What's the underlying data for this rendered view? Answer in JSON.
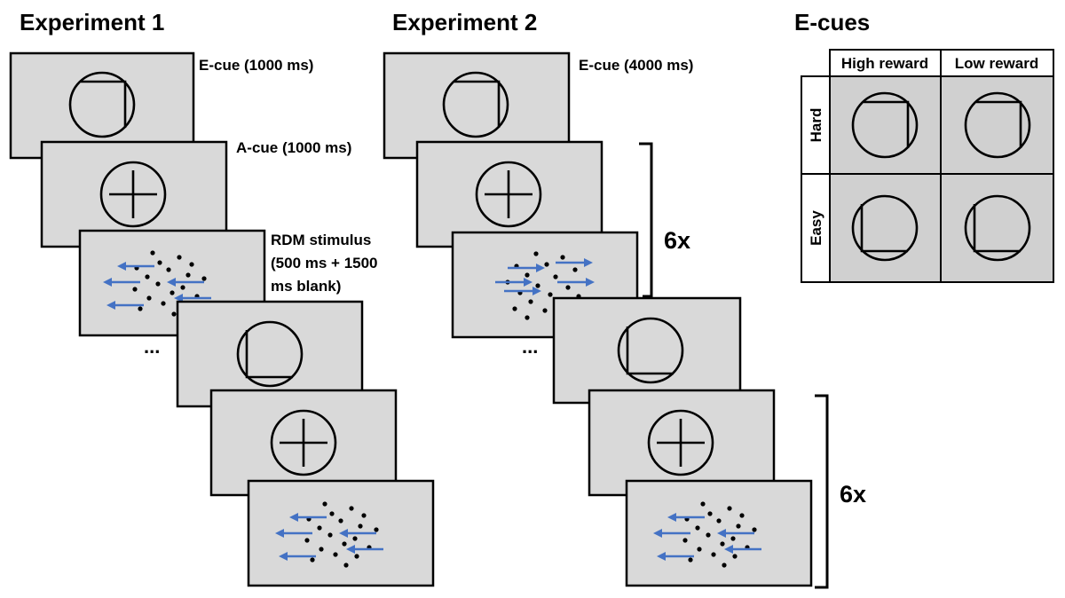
{
  "experiment1": {
    "title": "Experiment 1",
    "ecue_label": "E-cue (1000 ms)",
    "acue_label": "A-cue (1000 ms)",
    "rdm_label_line1": "RDM stimulus",
    "rdm_label_line2": "(500 ms + 1500",
    "rdm_label_line3": "ms blank)",
    "ellipsis": "..."
  },
  "experiment2": {
    "title": "Experiment 2",
    "ecue_label": "E-cue (4000 ms)",
    "repeat_top": "6x",
    "repeat_bottom": "6x",
    "ellipsis": "..."
  },
  "ecues": {
    "title": "E-cues",
    "columns": [
      "High reward",
      "Low reward"
    ],
    "rows": [
      "Hard",
      "Easy"
    ]
  },
  "colors": {
    "screen_fill": "#d9d9d9",
    "arrow": "#4472c4"
  },
  "icons": {
    "ecue_hard": "circle-square-top-right-icon",
    "ecue_easy": "circle-square-top-left-icon",
    "acue": "circle-cross-icon",
    "rdm": "moving-dots-arrows-icon"
  }
}
